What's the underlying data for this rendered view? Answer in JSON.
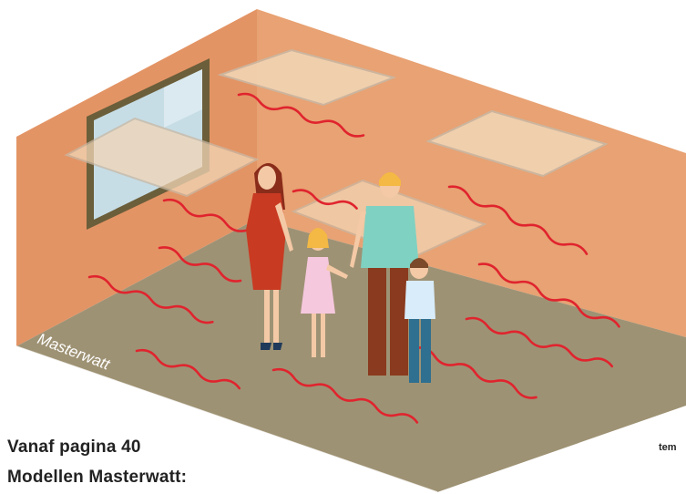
{
  "room": {
    "brand_label": "Masterwatt"
  },
  "captions": {
    "line1": "Vanaf pagina 40",
    "line2": "Modellen Masterwatt:"
  },
  "side_text": "tem",
  "colors": {
    "back_wall": "#e8a273",
    "left_wall": "#e49566",
    "floor": "#9e9274",
    "heat_wave": "#e0242e",
    "panel": "#f0d2b0",
    "window_frame": "#6b5e3a",
    "window_glass": "#c6dde6"
  },
  "icons": [
    "heat-wave-icon",
    "infrared-panel-icon",
    "window-icon",
    "person-icon"
  ]
}
